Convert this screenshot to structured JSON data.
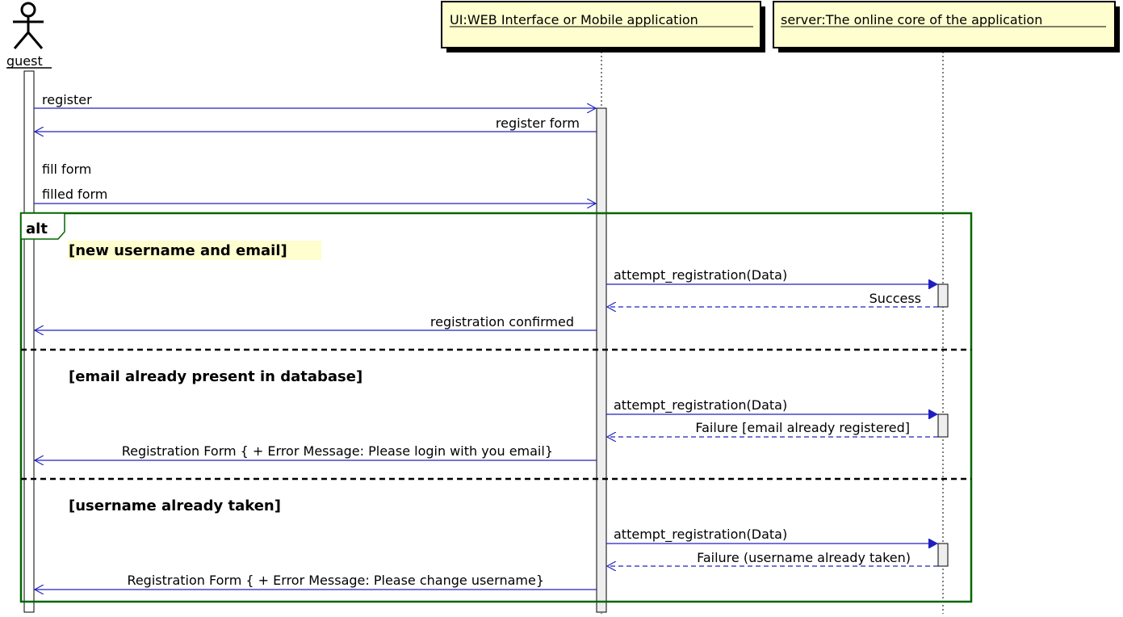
{
  "participants": {
    "guest": "guest",
    "ui": "UI:WEB Interface or Mobile application",
    "server": "server:The online core of the application"
  },
  "messages": {
    "register": "register",
    "register_form": "register form",
    "fill_form": "fill form",
    "filled_form": "filled form",
    "attempt1": "attempt_registration(Data)",
    "success": "Success",
    "registration_confirmed": "registration confirmed",
    "attempt2": "attempt_registration(Data)",
    "failure_email": "Failure [email already registered]",
    "error_email": "Registration Form { + Error Message: Please login with you email}",
    "attempt3": "attempt_registration(Data)",
    "failure_username": "Failure (username already taken)",
    "error_username": "Registration Form { + Error Message: Please change username}"
  },
  "fragment": {
    "keyword": "alt",
    "guard1": "[new username and email]",
    "guard2": "[email already present in database]",
    "guard3": "[username already taken]"
  },
  "colors": {
    "arrow": "#2020C0",
    "fragment_border": "#006600",
    "participant_fill": "#FEFECE",
    "activation_fill": "#EEEEEE"
  }
}
